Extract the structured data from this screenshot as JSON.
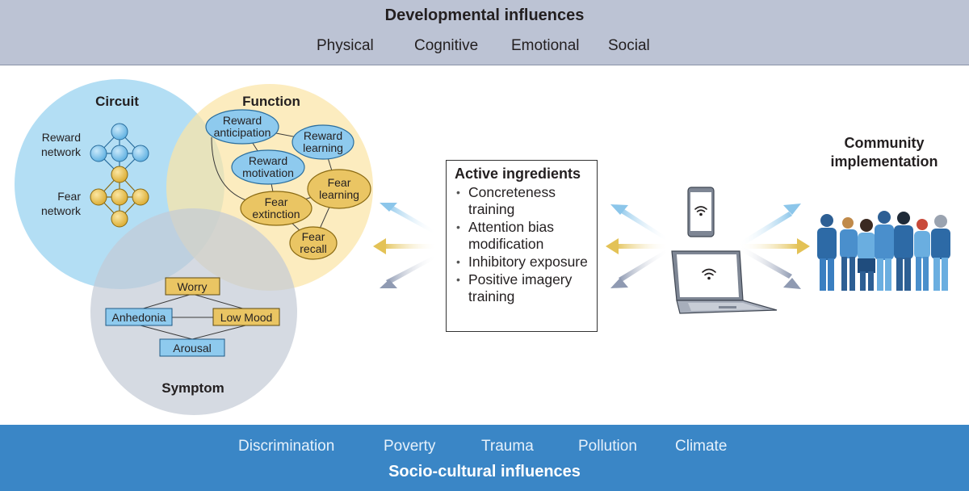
{
  "developmental": {
    "title": "Developmental influences",
    "items": [
      "Physical",
      "Cognitive",
      "Emotional",
      "Social"
    ]
  },
  "sociocultural": {
    "title": "Socio-cultural influences",
    "items": [
      "Discrimination",
      "Poverty",
      "Trauma",
      "Pollution",
      "Climate"
    ]
  },
  "venn": {
    "circuit": {
      "title": "Circuit",
      "reward_label": [
        "Reward",
        "network"
      ],
      "fear_label": [
        "Fear",
        "network"
      ]
    },
    "function": {
      "title": "Function",
      "nodes": [
        [
          "Reward",
          "anticipation"
        ],
        [
          "Reward",
          "learning"
        ],
        [
          "Reward",
          "motivation"
        ],
        [
          "Fear",
          "learning"
        ],
        [
          "Fear",
          "extinction"
        ],
        [
          "Fear",
          "recall"
        ]
      ]
    },
    "symptom": {
      "title": "Symptom",
      "nodes": [
        "Worry",
        "Anhedonia",
        "Low Mood",
        "Arousal"
      ]
    }
  },
  "active_ingredients": {
    "title": "Active ingredients",
    "items": [
      "Concreteness training",
      "Attention bias modification",
      "Inhibitory exposure",
      "Positive imagery training"
    ]
  },
  "community": {
    "title_lines": [
      "Community",
      "implementation"
    ]
  },
  "colors": {
    "top_band": "#bcc3d4",
    "bottom_band": "#3a86c6",
    "circuit_circle": "#a9d9f3",
    "function_circle": "#fbe5a6",
    "symptom_circle": "#cfd5de",
    "blue_node": "#7fbfe8",
    "gold_node": "#e9c35a",
    "arrow_blue": "#8cc6ea",
    "arrow_gold": "#e3c256",
    "arrow_gray": "#8f9ab2"
  },
  "icons": [
    "smartphone-icon",
    "laptop-icon",
    "wifi-icon",
    "people-group-icon"
  ]
}
